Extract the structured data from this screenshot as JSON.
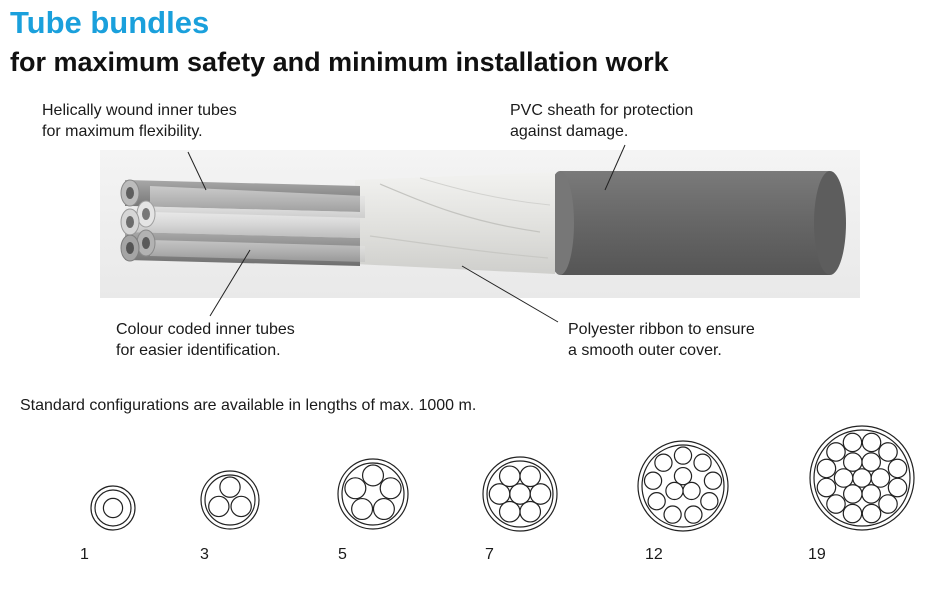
{
  "header": {
    "title": "Tube bundles",
    "subtitle": "for maximum safety and minimum installation work"
  },
  "callouts": {
    "inner_tubes": [
      "Helically wound inner tubes",
      "for maximum flexibility."
    ],
    "pvc_sheath": [
      "PVC sheath for protection",
      "against damage."
    ],
    "colour_coded": [
      "Colour coded inner tubes",
      "for easier identification."
    ],
    "ribbon": [
      "Polyester ribbon to ensure",
      "a smooth outer cover."
    ]
  },
  "note": "Standard configurations are available in lengths of max. 1000 m.",
  "configurations": [
    {
      "label": "1",
      "tubes": 1
    },
    {
      "label": "3",
      "tubes": 3
    },
    {
      "label": "5",
      "tubes": 5
    },
    {
      "label": "7",
      "tubes": 7
    },
    {
      "label": "12",
      "tubes": 12
    },
    {
      "label": "19",
      "tubes": 19
    }
  ],
  "colors": {
    "title": "#1aa0dc",
    "sheath": "#6f6f6f",
    "ribbon": "#e6e6e4",
    "tube_dark": "#8e8e8e",
    "tube_light": "#dcdcdc"
  },
  "icons": [
    "cable-illustration",
    "bundle-cross-section"
  ]
}
